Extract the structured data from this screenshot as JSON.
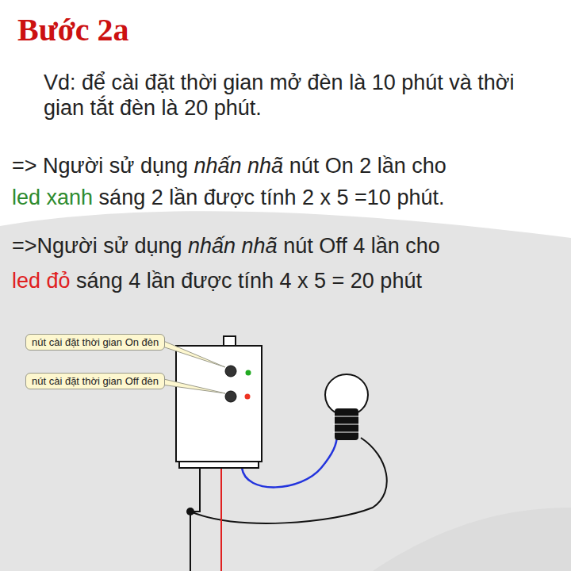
{
  "diagram": {
    "title": "Bước 2a",
    "nodes": [
      {
        "text": [
          "nút cài đặt thời gian On đèn"
        ]
      },
      {
        "text": [
          "nút cài đặt thời gian Off đèn"
        ]
      }
    ],
    "labels": [
      "Vd: để cài đặt thời gian mở đèn là 10 phút và thời gian tắt đèn là 20 phút.",
      "=> Người sử dụng",
      "nhấn nhã",
      "nút On 2 lần cho",
      "led xanh",
      "sáng 2 lần được tính 2 x 5 =10 phút.",
      "=>Người sử dụng",
      "nhấn nhã",
      "nút Off 4 lần cho",
      "led đỏ",
      "sáng 4 lần được tính 4 x 5 = 20 phút"
    ]
  }
}
